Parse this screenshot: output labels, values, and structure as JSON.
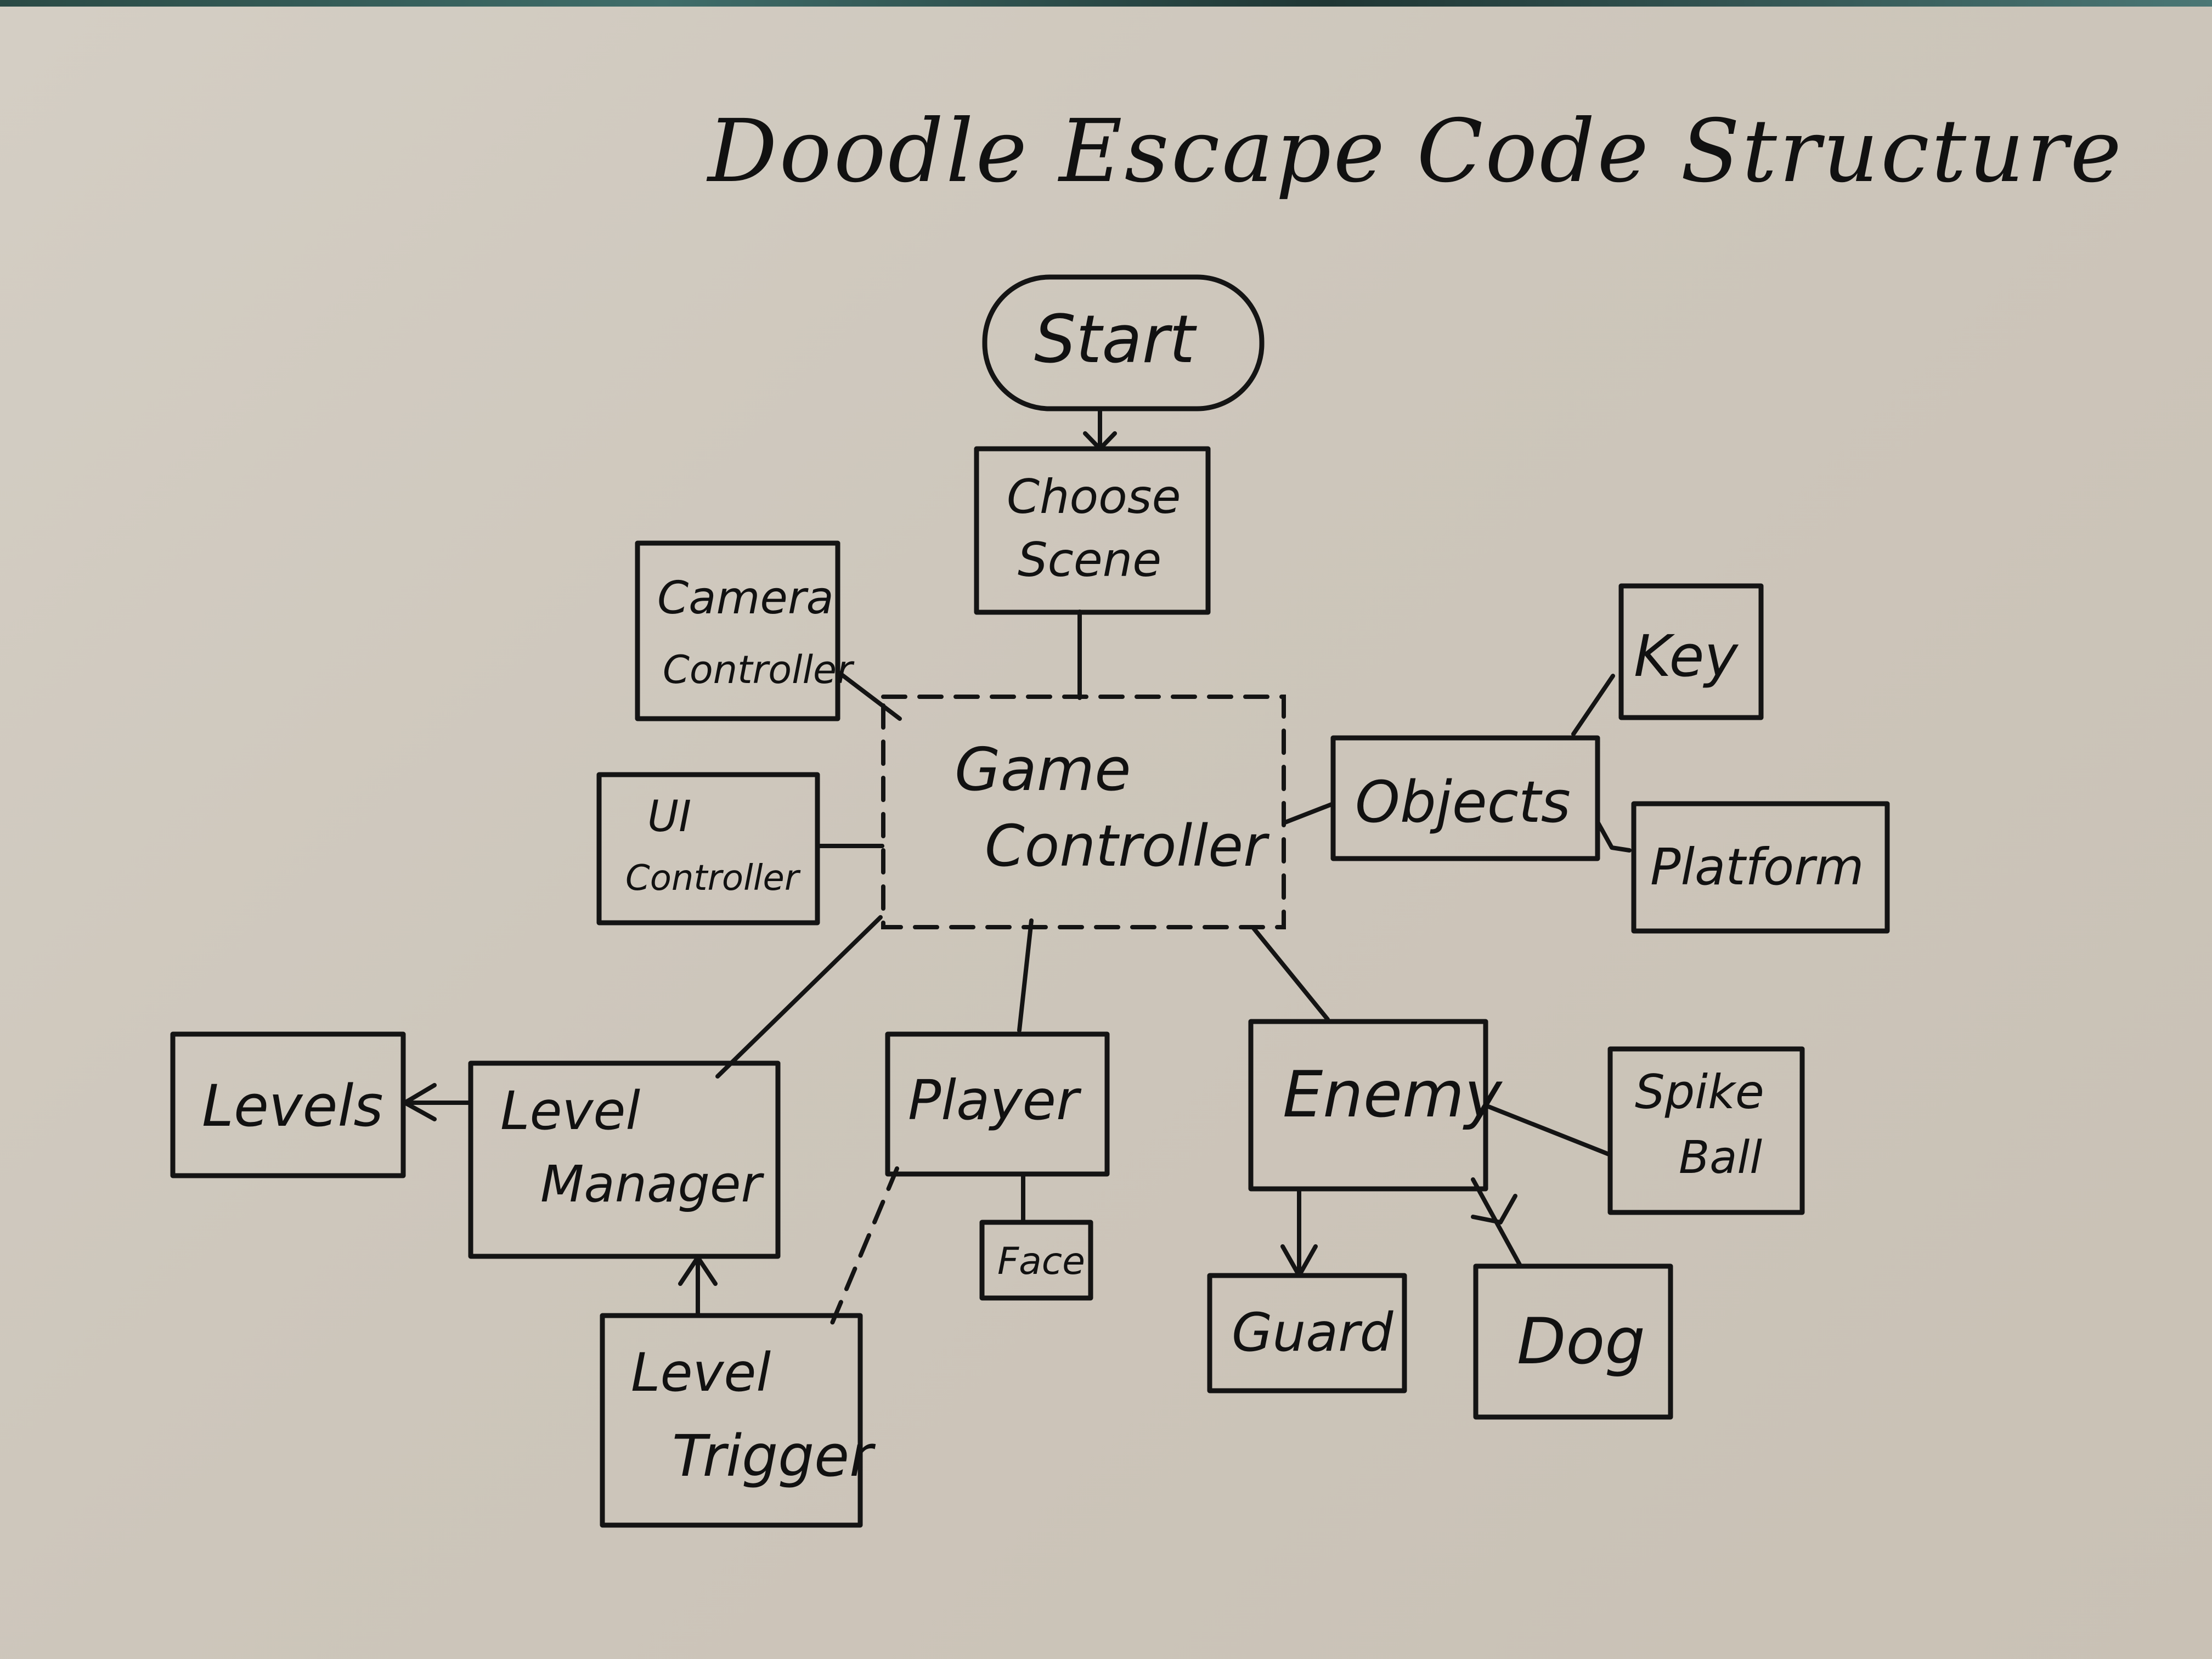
{
  "title": "Doodle Escape Code Structure",
  "nodes": {
    "start": "Start",
    "choose_scene": [
      "Choose",
      "Scene"
    ],
    "camera_controller": [
      "Camera",
      "Controller"
    ],
    "ui_controller": [
      "UI",
      "Controller"
    ],
    "game_controller": [
      "Game",
      "Controller"
    ],
    "objects": "Objects",
    "key": "Key",
    "platform": "Platform",
    "levels": "Levels",
    "level_manager": [
      "Level",
      "Manager"
    ],
    "level_trigger": [
      "Level",
      "Trigger"
    ],
    "player": "Player",
    "face": "Face",
    "enemy": "Enemy",
    "spike_ball": [
      "Spike",
      "Ball"
    ],
    "guard": "Guard",
    "dog": "Dog"
  },
  "colors": {
    "paper": "#cfc8bd",
    "ink": "#141414"
  }
}
